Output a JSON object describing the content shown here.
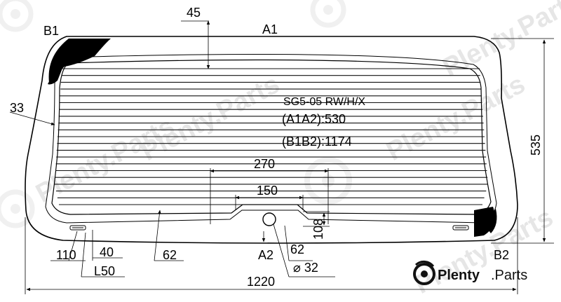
{
  "diagram": {
    "corners": {
      "b1": "B1",
      "a1": "A1",
      "a2": "A2",
      "b2": "B2"
    },
    "spec": {
      "model": "SG5-05 RW/H/X",
      "a1a2": "(A1A2):530",
      "b1b2": "(B1B2):1174"
    },
    "dimensions": {
      "top_offset": "45",
      "side_offset": "33",
      "height": "535",
      "bracket_span": "270",
      "notch_span": "150",
      "notch_height": "108",
      "d110": "110",
      "d40": "40",
      "l50": "L50",
      "d62_left": "62",
      "d62_right": "62",
      "hole_diameter": "⌀ 32",
      "width": "1220"
    }
  },
  "brand": {
    "name": "Plenty",
    "suffix": ".Parts",
    "watermark": "Plenty.Parts"
  }
}
